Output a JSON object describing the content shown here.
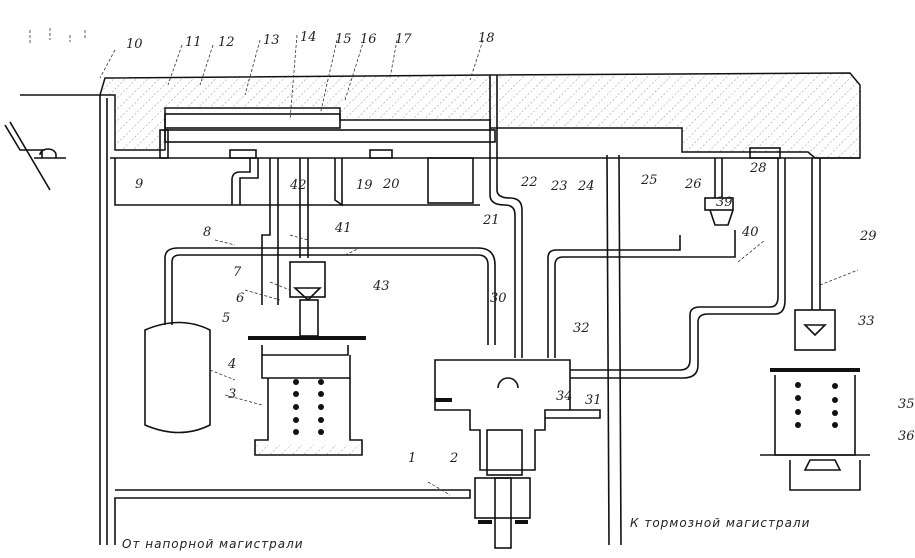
{
  "figure": {
    "captions": {
      "left_inlet": "От напорной магистрали",
      "right_outlet": "К тормозной магистрали"
    },
    "labels": {
      "n1": "1",
      "n2": "2",
      "n3": "3",
      "n4": "4",
      "n5": "5",
      "n6": "6",
      "n7": "7",
      "n8": "8",
      "n9": "9",
      "n10": "10",
      "n11": "11",
      "n12": "12",
      "n13": "13",
      "n14": "14",
      "n15": "15",
      "n16": "16",
      "n17": "17",
      "n18": "18",
      "n19": "19",
      "n20": "20",
      "n21": "21",
      "n22": "22",
      "n23": "23",
      "n24": "24",
      "n25": "25",
      "n26": "26",
      "n28": "28",
      "n29": "29",
      "n30": "30",
      "n31": "31",
      "n32": "32",
      "n33": "33",
      "n34": "34",
      "n35": "35",
      "n36": "36",
      "n39": "39",
      "n40": "40",
      "n41": "41",
      "n42": "42",
      "n43": "43"
    }
  }
}
